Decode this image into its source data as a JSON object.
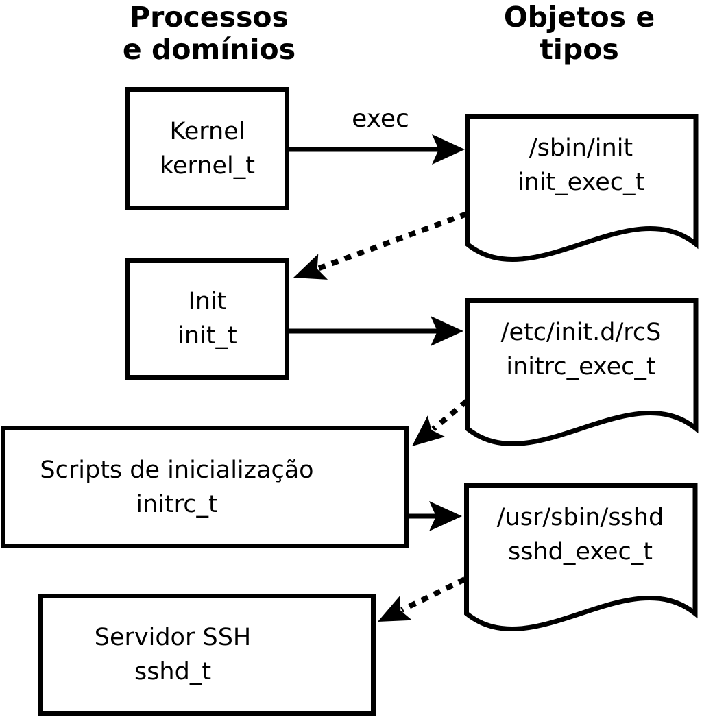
{
  "headers": {
    "left": {
      "line1": "Processos",
      "line2": "e domínios"
    },
    "right": {
      "line1": "Objetos e",
      "line2": "tipos"
    }
  },
  "processes": [
    {
      "id": "kernel",
      "name": "Kernel",
      "type": "kernel_t"
    },
    {
      "id": "init",
      "name": "Init",
      "type": "init_t"
    },
    {
      "id": "initrc",
      "name": "Scripts de inicialização",
      "type": "initrc_t"
    },
    {
      "id": "sshd",
      "name": "Servidor SSH",
      "type": "sshd_t"
    }
  ],
  "objects": [
    {
      "id": "sbin-init",
      "path": "/sbin/init",
      "type": "init_exec_t"
    },
    {
      "id": "etc-initd-rcs",
      "path": "/etc/init.d/rcS",
      "type": "initrc_exec_t"
    },
    {
      "id": "usr-sbin-sshd",
      "path": "/usr/sbin/sshd",
      "type": "sshd_exec_t"
    }
  ],
  "arrows": {
    "exec_label": "exec"
  },
  "colors": {
    "line": "#000000",
    "background": "#ffffff"
  }
}
